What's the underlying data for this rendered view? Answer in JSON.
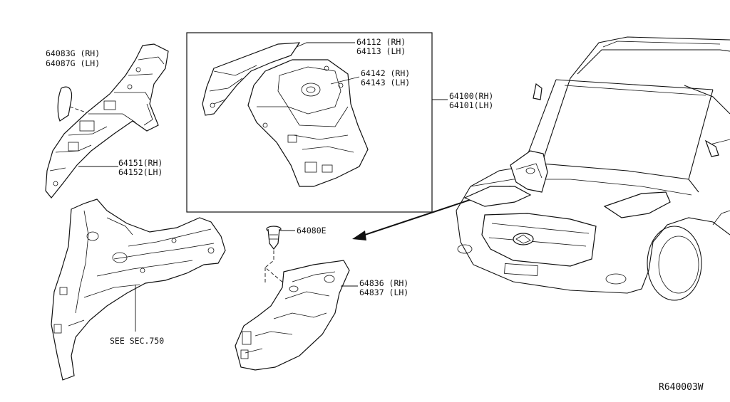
{
  "diagram_id": "R640003W",
  "callouts": {
    "p64083": [
      "64083G (RH)",
      "64087G (LH)"
    ],
    "p64151": [
      "64151(RH)",
      "64152(LH)"
    ],
    "p64112": [
      "64112 (RH)",
      "64113 (LH)"
    ],
    "p64142": [
      "64142 (RH)",
      "64143 (LH)"
    ],
    "p64100": [
      "64100(RH)",
      "64101(LH)"
    ],
    "p64080": "64080E",
    "p64836": [
      "64836 (RH)",
      "64837 (LH)"
    ],
    "see_sec": "SEE SEC.750"
  }
}
